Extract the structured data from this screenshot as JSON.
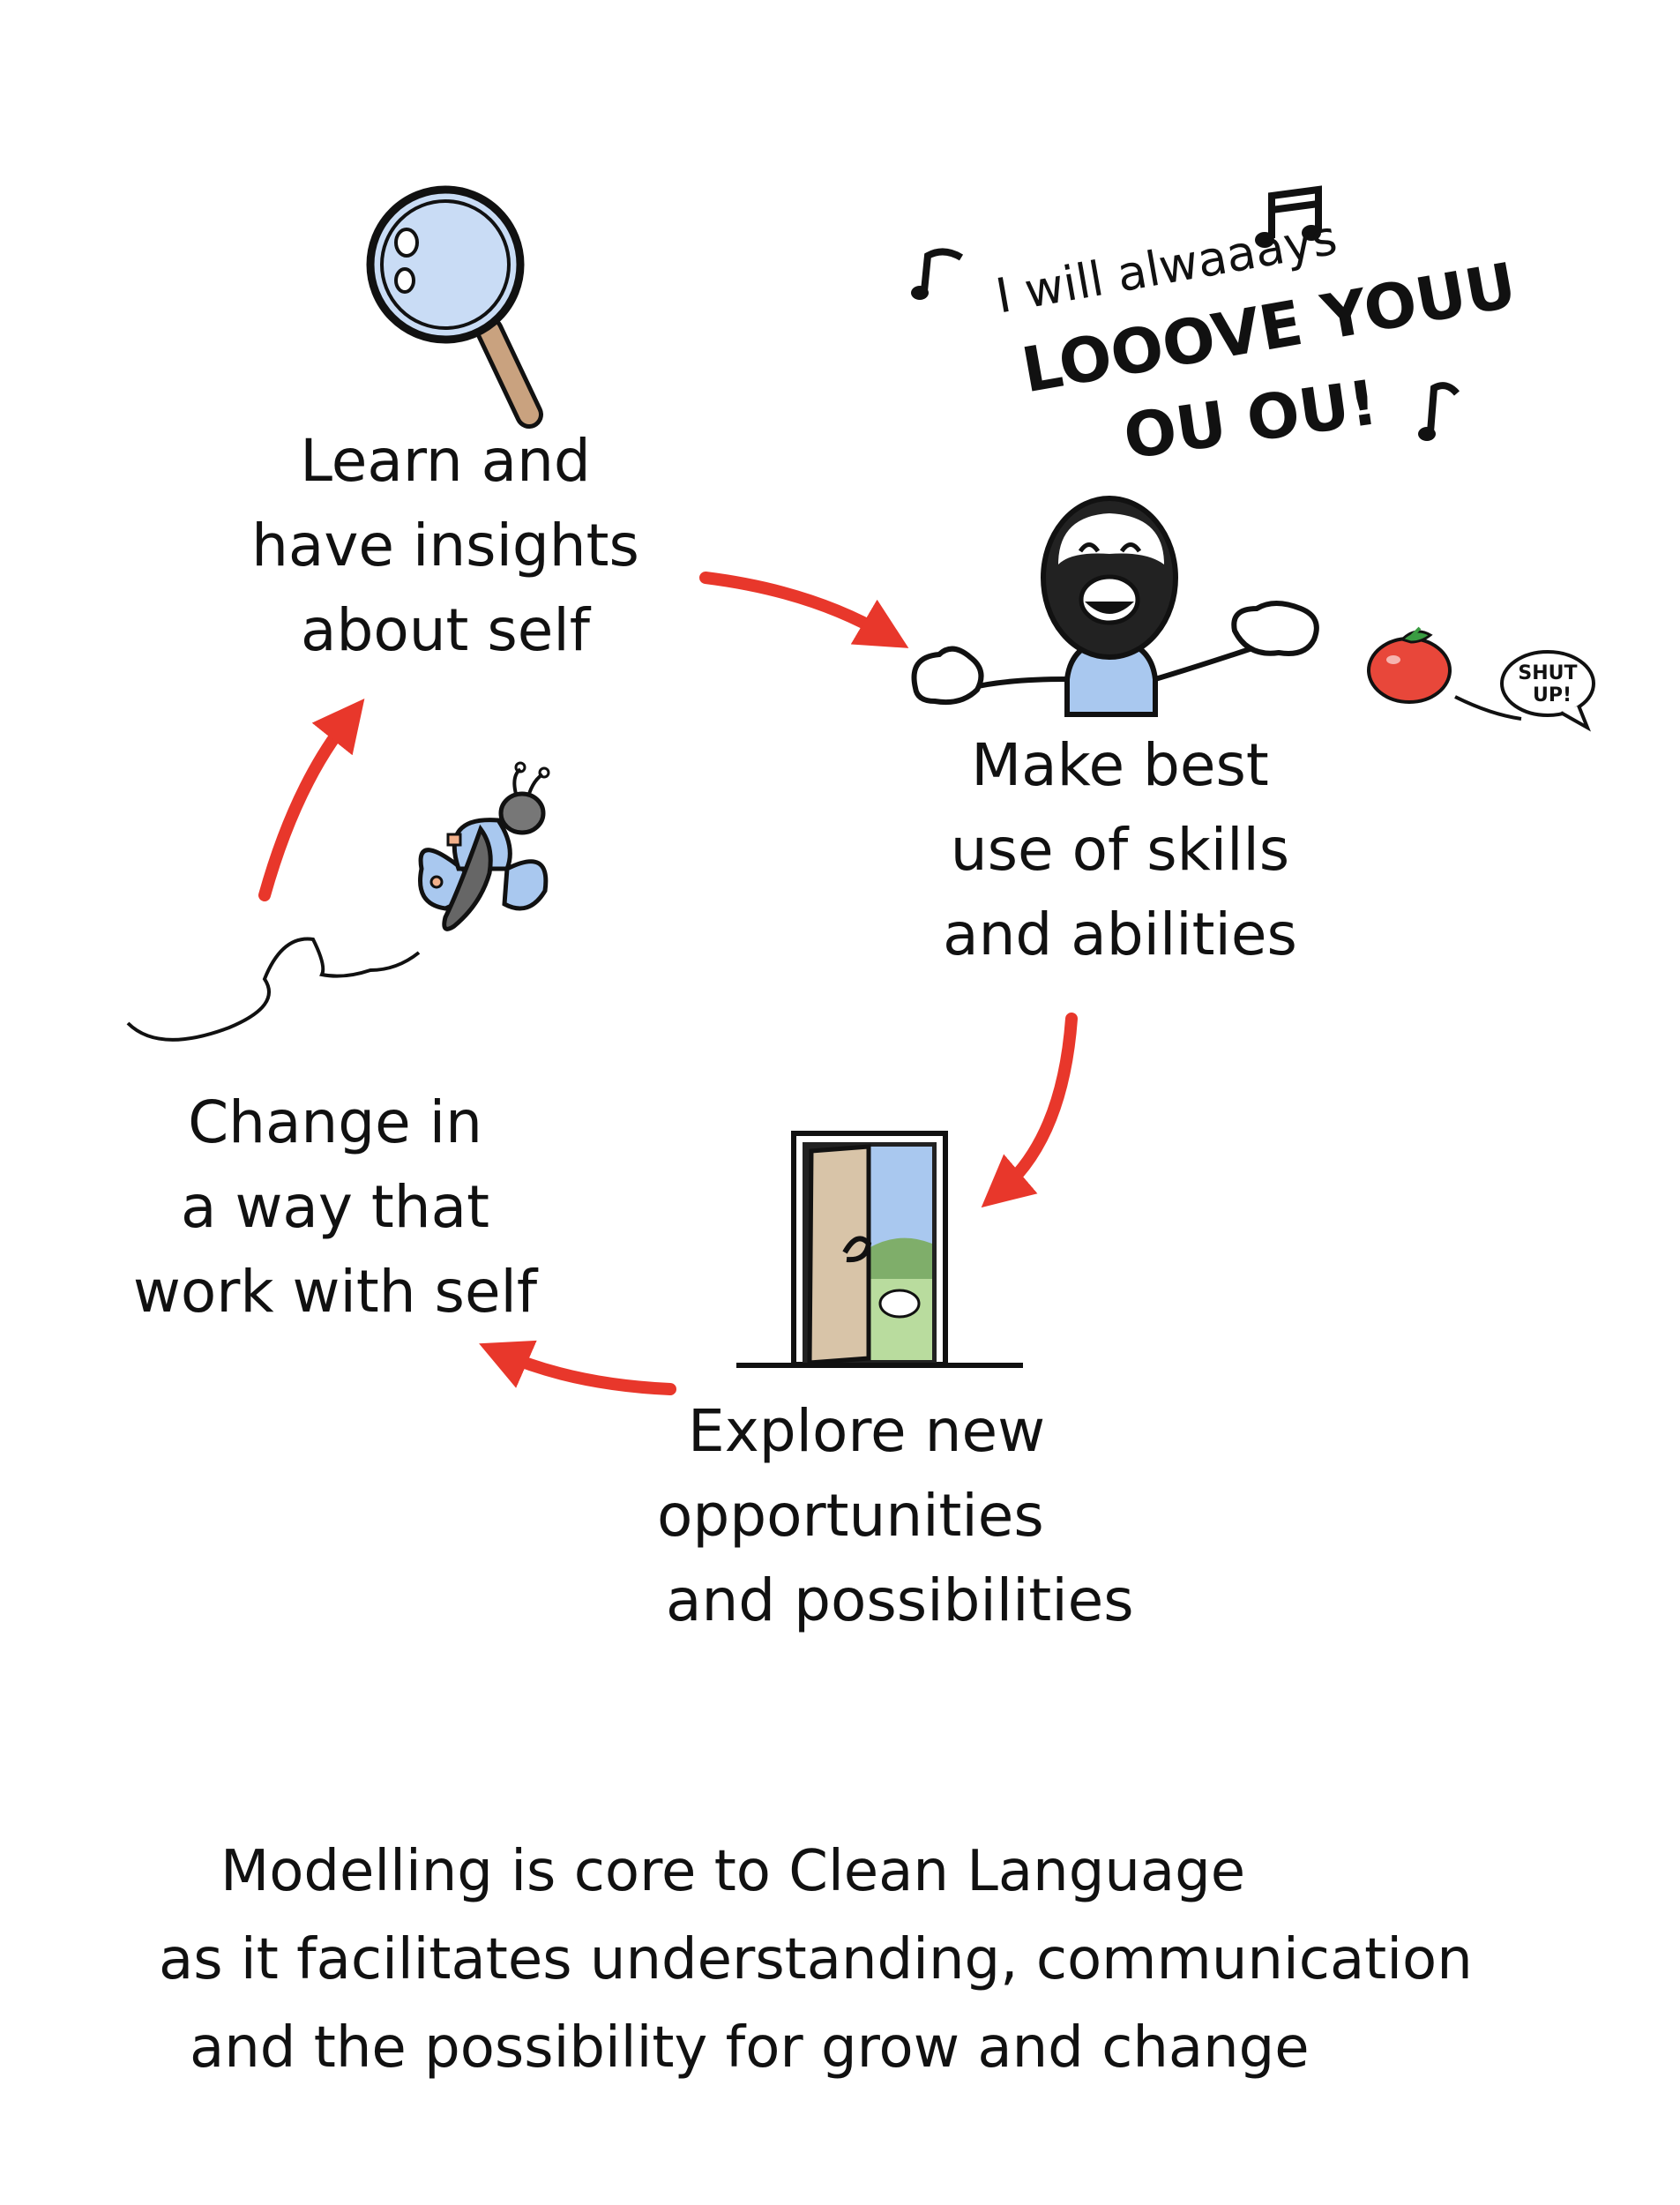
{
  "nodes": {
    "learn": [
      "Learn and",
      "have insights",
      "about self"
    ],
    "skills": [
      "Make best",
      "use of skills",
      "and abilities"
    ],
    "explore": [
      "Explore new",
      "opportunities",
      "and possibilities"
    ],
    "change": [
      "Change in",
      "a way that",
      "work with self"
    ]
  },
  "song": {
    "line1": "I will alwaaays",
    "line2": "LOOOVE YOUU",
    "line3": "OU OU!"
  },
  "speech_bubble": {
    "line1": "SHUT",
    "line2": "UP!"
  },
  "caption": {
    "line1": "Modelling is core to Clean Language",
    "line2": "as it facilitates understanding, communication",
    "line3": "and the possibility for grow and change"
  },
  "icons": [
    "magnifying-glass-icon",
    "singing-man-icon",
    "tomato-icon",
    "open-door-icon",
    "butterfly-icon",
    "music-note-icon"
  ],
  "colors": {
    "arrow": "#e8372b",
    "sky_blue": "#a9c8ef",
    "glass_blue": "#c9dcf5",
    "door_tan": "#d8c4a8",
    "grass_green": "#b9dc9e",
    "tomato_red": "#e8473a",
    "ink": "#111111"
  }
}
